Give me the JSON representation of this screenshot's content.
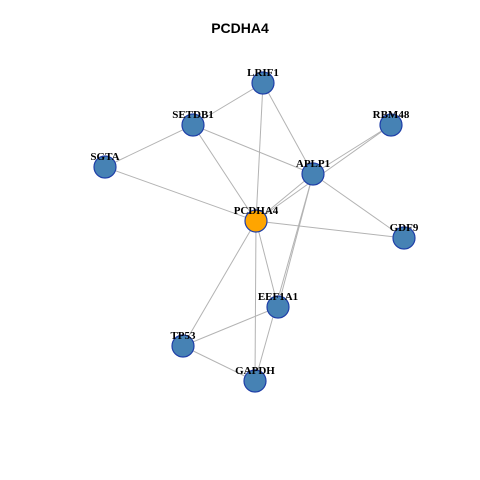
{
  "title": "PCDHA4",
  "colors": {
    "node": "#4682b4",
    "center": "#ffa500",
    "edge": "#b3b3b3",
    "stroke": "#1f3fa8"
  },
  "nodes": [
    {
      "id": "PCDHA4",
      "label": "PCDHA4",
      "center": true
    },
    {
      "id": "LRIF1",
      "label": "LRIF1"
    },
    {
      "id": "SETDB1",
      "label": "SETDB1"
    },
    {
      "id": "RBM48",
      "label": "RBM48"
    },
    {
      "id": "SGTA",
      "label": "SGTA"
    },
    {
      "id": "APLP1",
      "label": "APLP1"
    },
    {
      "id": "GDF9",
      "label": "GDF9"
    },
    {
      "id": "EEF1A1",
      "label": "EEF1A1"
    },
    {
      "id": "TP53",
      "label": "TP53"
    },
    {
      "id": "GAPDH",
      "label": "GAPDH"
    }
  ],
  "edges": [
    [
      "LRIF1",
      "SETDB1"
    ],
    [
      "LRIF1",
      "APLP1"
    ],
    [
      "LRIF1",
      "PCDHA4"
    ],
    [
      "SETDB1",
      "SGTA"
    ],
    [
      "SETDB1",
      "APLP1"
    ],
    [
      "SETDB1",
      "PCDHA4"
    ],
    [
      "RBM48",
      "APLP1"
    ],
    [
      "RBM48",
      "PCDHA4"
    ],
    [
      "SGTA",
      "PCDHA4"
    ],
    [
      "APLP1",
      "PCDHA4"
    ],
    [
      "APLP1",
      "GDF9"
    ],
    [
      "APLP1",
      "EEF1A1"
    ],
    [
      "APLP1",
      "GAPDH"
    ],
    [
      "PCDHA4",
      "GDF9"
    ],
    [
      "PCDHA4",
      "EEF1A1"
    ],
    [
      "PCDHA4",
      "TP53"
    ],
    [
      "PCDHA4",
      "GAPDH"
    ],
    [
      "EEF1A1",
      "TP53"
    ],
    [
      "TP53",
      "GAPDH"
    ]
  ]
}
